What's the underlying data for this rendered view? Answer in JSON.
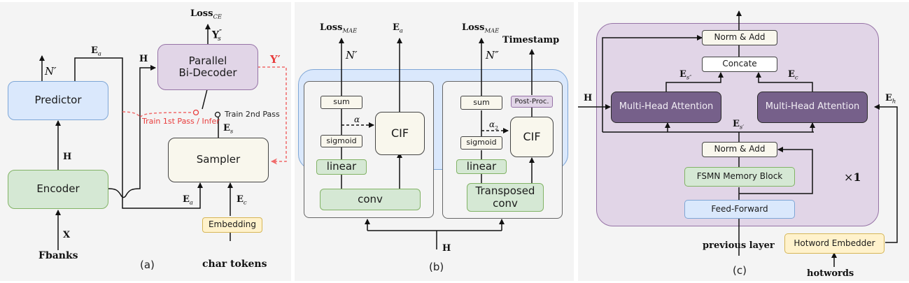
{
  "panel_a": {
    "caption": "(a)",
    "predictor": "Predictor",
    "encoder": "Encoder",
    "decoder_line1": "Parallel",
    "decoder_line2": "Bi-Decoder",
    "sampler": "Sampler",
    "embedding": "Embedding",
    "fbanks": "Fbanks",
    "char_tokens": "char tokens",
    "x_label": "X",
    "h_label_vertical": "H",
    "h_label_decoder": "H",
    "ea_top": "E",
    "ea_top_sub": "a",
    "ea_bottom": "E",
    "ea_bottom_sub": "a",
    "ec": "E",
    "ec_sub": "c",
    "es": "E",
    "es_sub": "s",
    "n_prime": "N′",
    "loss_ce": "Loss",
    "loss_ce_sub": "CE",
    "y_s": "Y",
    "y_s_sup": "″",
    "y_s_sub": "s",
    "y_prime": "Y′",
    "train_1st": "Train 1st Pass / Infer",
    "train_2nd": "Train 2nd Pass"
  },
  "panel_b": {
    "caption": "(b)",
    "left": {
      "sum": "sum",
      "sigmoid": "sigmoid",
      "linear": "linear",
      "conv": "conv",
      "cif": "CIF",
      "alpha": "α",
      "loss": "Loss",
      "loss_sub": "MAE",
      "n": "N′",
      "ea": "E",
      "ea_sub": "a"
    },
    "right": {
      "sum": "sum",
      "sigmoid": "sigmoid",
      "linear": "linear",
      "conv_line1": "Transposed",
      "conv_line2": "conv",
      "cif": "CIF",
      "post": "Post-Proc.",
      "alpha": "α",
      "alpha_sub": "2",
      "loss": "Loss",
      "loss_sub": "MAE",
      "n": "N″",
      "timestamp": "Timestamp"
    },
    "h_label": "H"
  },
  "panel_c": {
    "caption": "(c)",
    "norm_add_top": "Norm & Add",
    "concate": "Concate",
    "mha_left": "Multi-Head Attention",
    "mha_right": "Multi-Head Attention",
    "norm_add_mid": "Norm & Add",
    "fsmn": "FSMN Memory Block",
    "ff": "Feed-Forward",
    "hotword_embedder": "Hotword Embedder",
    "previous_layer": "previous layer",
    "hotwords": "hotwords",
    "h_label": "H",
    "es2": "E",
    "es2_sub": "s″",
    "ec": "E",
    "ec_sub": "c",
    "eh": "E",
    "eh_sub": "h",
    "es1": "E",
    "es1_sub": "s′",
    "times": "×",
    "times_n": "1"
  },
  "colors": {
    "predictor_fill": "#dae8fc",
    "encoder_fill": "#d5e8d4",
    "decoder_fill": "#e1d5e7",
    "sampler_fill": "#f9f7ed",
    "embedding_fill": "#fff2cc",
    "mha_fill": "#76608a",
    "train_path": "#e83b3b"
  }
}
